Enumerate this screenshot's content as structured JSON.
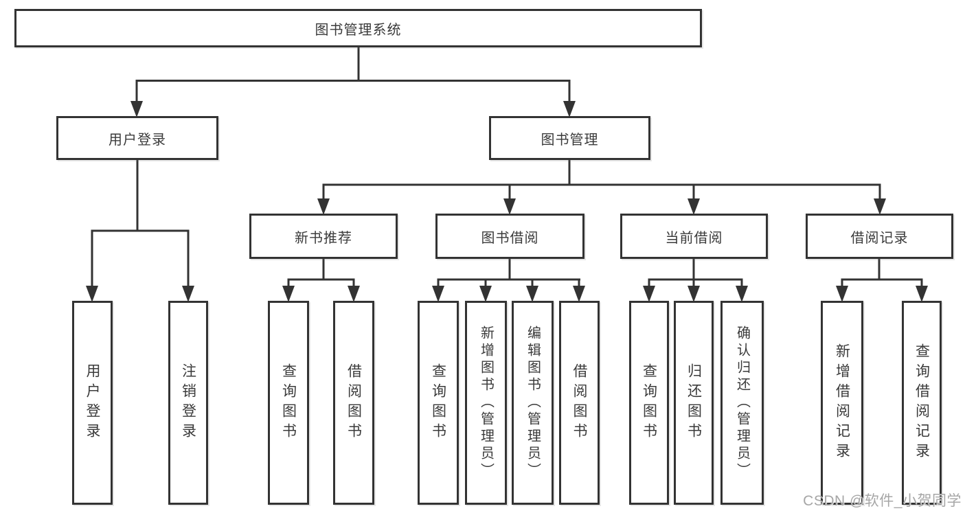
{
  "colors": {
    "line": "#333333",
    "box_border": "#333333",
    "box_background": "#ffffff",
    "text": "#3a3a3a",
    "watermark": "#a6a6a6",
    "page_background": "#ffffff"
  },
  "watermark": "CSDN @软件_小贺同学",
  "tree": {
    "label": "图书管理系统",
    "children": [
      {
        "label": "用户登录",
        "children": [
          {
            "label": "用户登录"
          },
          {
            "label": "注销登录"
          }
        ]
      },
      {
        "label": "图书管理",
        "children": [
          {
            "label": "新书推荐",
            "children": [
              {
                "label": "查询图书"
              },
              {
                "label": "借阅图书"
              }
            ]
          },
          {
            "label": "图书借阅",
            "children": [
              {
                "label": "查询图书"
              },
              {
                "label": "新增图书（管理员）"
              },
              {
                "label": "编辑图书（管理员）"
              },
              {
                "label": "借阅图书"
              }
            ]
          },
          {
            "label": "当前借阅",
            "children": [
              {
                "label": "查询图书"
              },
              {
                "label": "归还图书"
              },
              {
                "label": "确认归还（管理员）"
              }
            ]
          },
          {
            "label": "借阅记录",
            "children": [
              {
                "label": "新增借阅记录"
              },
              {
                "label": "查询借阅记录"
              }
            ]
          }
        ]
      }
    ]
  }
}
